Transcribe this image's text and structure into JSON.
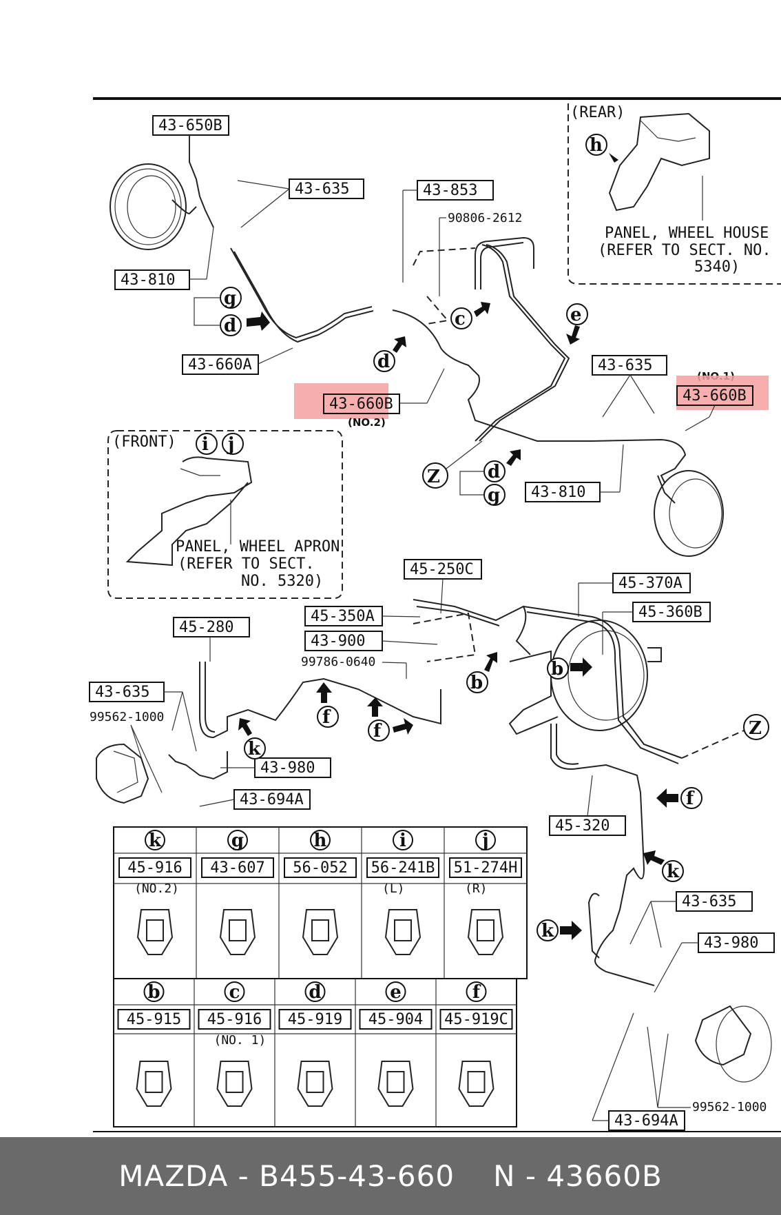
{
  "labels": {
    "p43_650B_top": "43-650B",
    "p43_635_top": "43-635",
    "p43_853": "43-853",
    "n90806": "90806-2612",
    "p43_810_left": "43-810",
    "p43_660A": "43-660A",
    "p43_660B_mid": "43-660B",
    "no2_mid": "(NO.2)",
    "p43_635_mid": "43-635",
    "no1_right": "(NO.1)",
    "p43_660B_right": "43-660B",
    "p43_810_right": "43-810",
    "p45_250C": "45-250C",
    "p45_370A": "45-370A",
    "p45_350A": "45-350A",
    "p45_360B": "45-360B",
    "p43_900": "43-900",
    "n99786": "99786-0640",
    "p45_280": "45-280",
    "p43_635_lower": "43-635",
    "n99562_left": "99562-1000",
    "p43_980_left": "43-980",
    "p43_694A_left": "43-694A",
    "p45_320": "45-320",
    "p43_635_right_lower": "43-635",
    "p43_980_right": "43-980",
    "n99562_right": "99562-1000",
    "p43_694A_right": "43-694A"
  },
  "rear_inset": {
    "title": "(REAR)",
    "line1": "PANEL, WHEEL HOUSE",
    "line2": "(REFER TO SECT. NO.",
    "line3": "5340)"
  },
  "front_inset": {
    "title": "(FRONT)",
    "line1": "PANEL, WHEEL APRON",
    "line2": "(REFER TO SECT.",
    "line3": "NO. 5320)"
  },
  "callouts": [
    "h",
    "g",
    "d",
    "c",
    "e",
    "d",
    "Z",
    "d",
    "g",
    "i",
    "j",
    "b",
    "b",
    "f",
    "f",
    "k",
    "f",
    "k",
    "k",
    "Z"
  ],
  "clip_table_row1": [
    {
      "letter": "k",
      "part": "45-916",
      "note": "(NO.2)"
    },
    {
      "letter": "g",
      "part": "43-607",
      "note": ""
    },
    {
      "letter": "h",
      "part": "56-052",
      "note": ""
    },
    {
      "letter": "i",
      "part": "56-241B",
      "note": "(L)"
    },
    {
      "letter": "j",
      "part": "51-274H",
      "note": "(R)"
    }
  ],
  "clip_table_row2": [
    {
      "letter": "b",
      "part": "45-915",
      "note": ""
    },
    {
      "letter": "c",
      "part": "45-916",
      "note": "(NO. 1)"
    },
    {
      "letter": "d",
      "part": "45-919",
      "note": ""
    },
    {
      "letter": "e",
      "part": "45-904",
      "note": ""
    },
    {
      "letter": "f",
      "part": "45-919C",
      "note": ""
    }
  ],
  "footer": {
    "left": "MAZDA - B455-43-660",
    "right": "N - 43660B"
  },
  "colors": {
    "highlight": "#f4a0a0",
    "footer_bg": "#6a6a6a"
  }
}
